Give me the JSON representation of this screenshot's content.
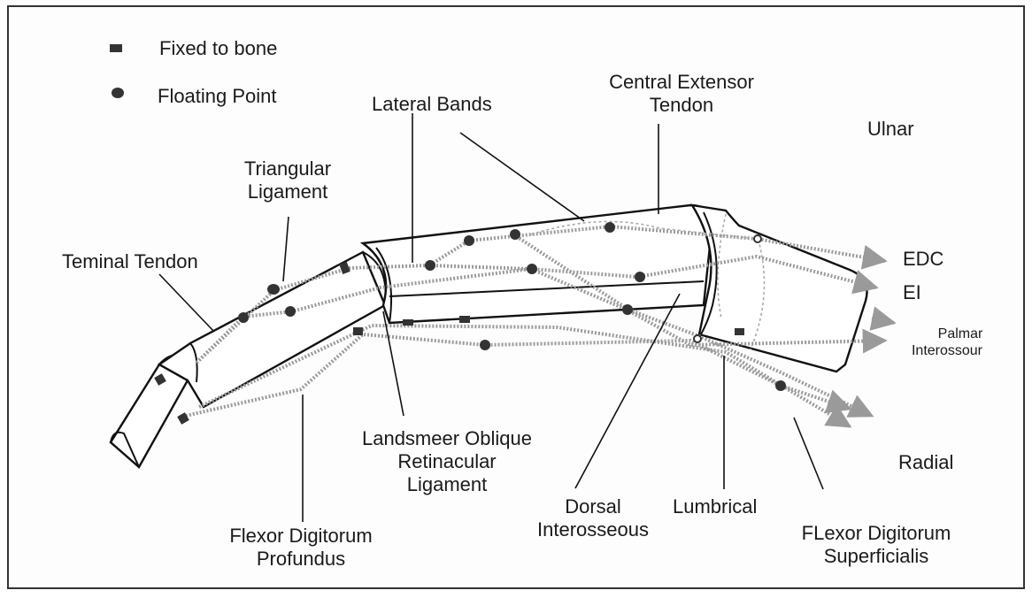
{
  "legend": {
    "fixed_label": "Fixed to bone",
    "floating_label": "Floating Point"
  },
  "orientation": {
    "top": "Ulnar",
    "bottom": "Radial"
  },
  "labels": {
    "lateral_bands": "Lateral  Bands",
    "central_extensor_1": "Central Extensor",
    "central_extensor_2": "Tendon",
    "triangular_1": "Triangular",
    "triangular_2": "Ligament",
    "terminal_tendon": "Teminal Tendon",
    "landsmeer_1": "Landsmeer Oblique",
    "landsmeer_2": "Retinacular",
    "landsmeer_3": "Ligament",
    "fdp_1": "Flexor Digitorum",
    "fdp_2": "Profundus",
    "dorsal_1": "Dorsal",
    "dorsal_2": "Interosseous",
    "lumbrical": "Lumbrical",
    "fds_1": "FLexor Digitorum",
    "fds_2": "Superficialis",
    "edc": "EDC",
    "ei": "EI",
    "palmar_1": "Palmar",
    "palmar_2": "Interossour"
  }
}
